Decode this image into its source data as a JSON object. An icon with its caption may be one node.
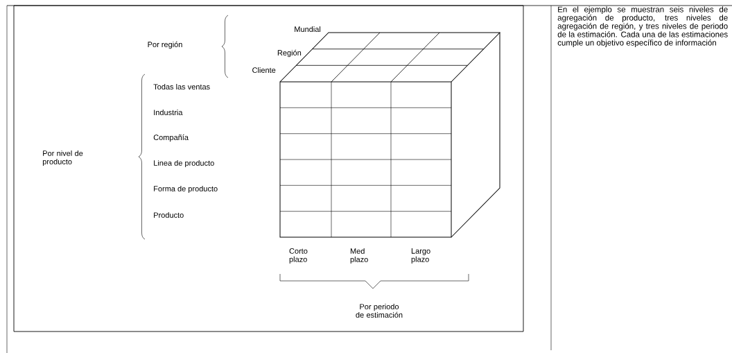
{
  "diagram": {
    "labels": [
      "Mundial",
      "Por región",
      "Región",
      "Cliente",
      "Todas las ventas",
      "Industria",
      "Compañía",
      "Por nivel de producto",
      "Linea de producto",
      "Forma de producto",
      "Producto",
      "Corto plazo",
      "Med plazo",
      "Largo plazo",
      "Por periodo de estimación",
      "En el ejemplo se muestran seis niveles de agregación de producto, tres niveles de agregación de región, y tres niveles de periodo de la estimación. Cada una de las estimaciones cumple un objetivo específico de información"
    ]
  }
}
